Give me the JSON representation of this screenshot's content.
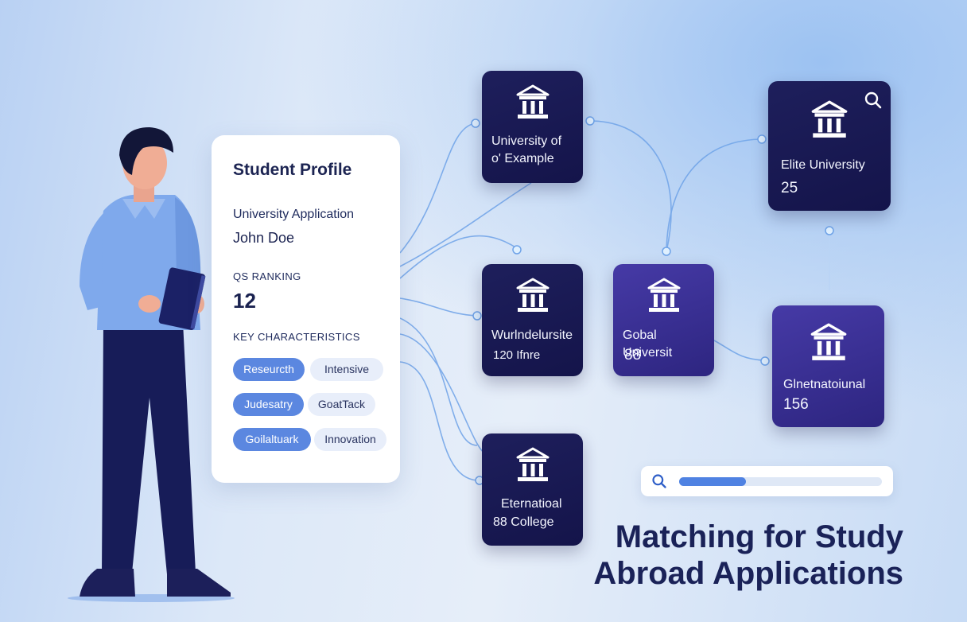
{
  "profile": {
    "title": "Student Profile",
    "subtitle": "University Application",
    "name": "John Doe",
    "ranking_label": "QS RANKING",
    "ranking_value": "12",
    "characteristics_label": "KEY CHARACTERISTICS",
    "chips": [
      {
        "label": "Reseurcth",
        "style": "filled"
      },
      {
        "label": "Intensive",
        "style": "plain"
      },
      {
        "label": "Judesatry",
        "style": "filled"
      },
      {
        "label": "GoatTack",
        "style": "plain"
      },
      {
        "label": "Goilaltuark",
        "style": "filled"
      },
      {
        "label": "Innovation",
        "style": "plain"
      }
    ]
  },
  "universities": [
    {
      "name": "University of\no' Example",
      "value": ""
    },
    {
      "name": "Elite University",
      "value": "25"
    },
    {
      "name": "Wurlndelursite",
      "value": "120 Ifnre"
    },
    {
      "name": "Gobal Universit",
      "value": "88"
    },
    {
      "name": "Glnetnatoiunal",
      "value": "156"
    },
    {
      "name": "Eternatioal",
      "value": "88 College"
    }
  ],
  "search": {
    "progress": 0.33
  },
  "headline": {
    "line1": "Matching for Study",
    "line2": "Abroad Applications"
  },
  "colors": {
    "node_dark": "#1b1c58",
    "node_purple": "#3d3296",
    "accent": "#5b87e0",
    "title": "#1a2258"
  },
  "icons": [
    "university-building-icon",
    "search-icon"
  ]
}
